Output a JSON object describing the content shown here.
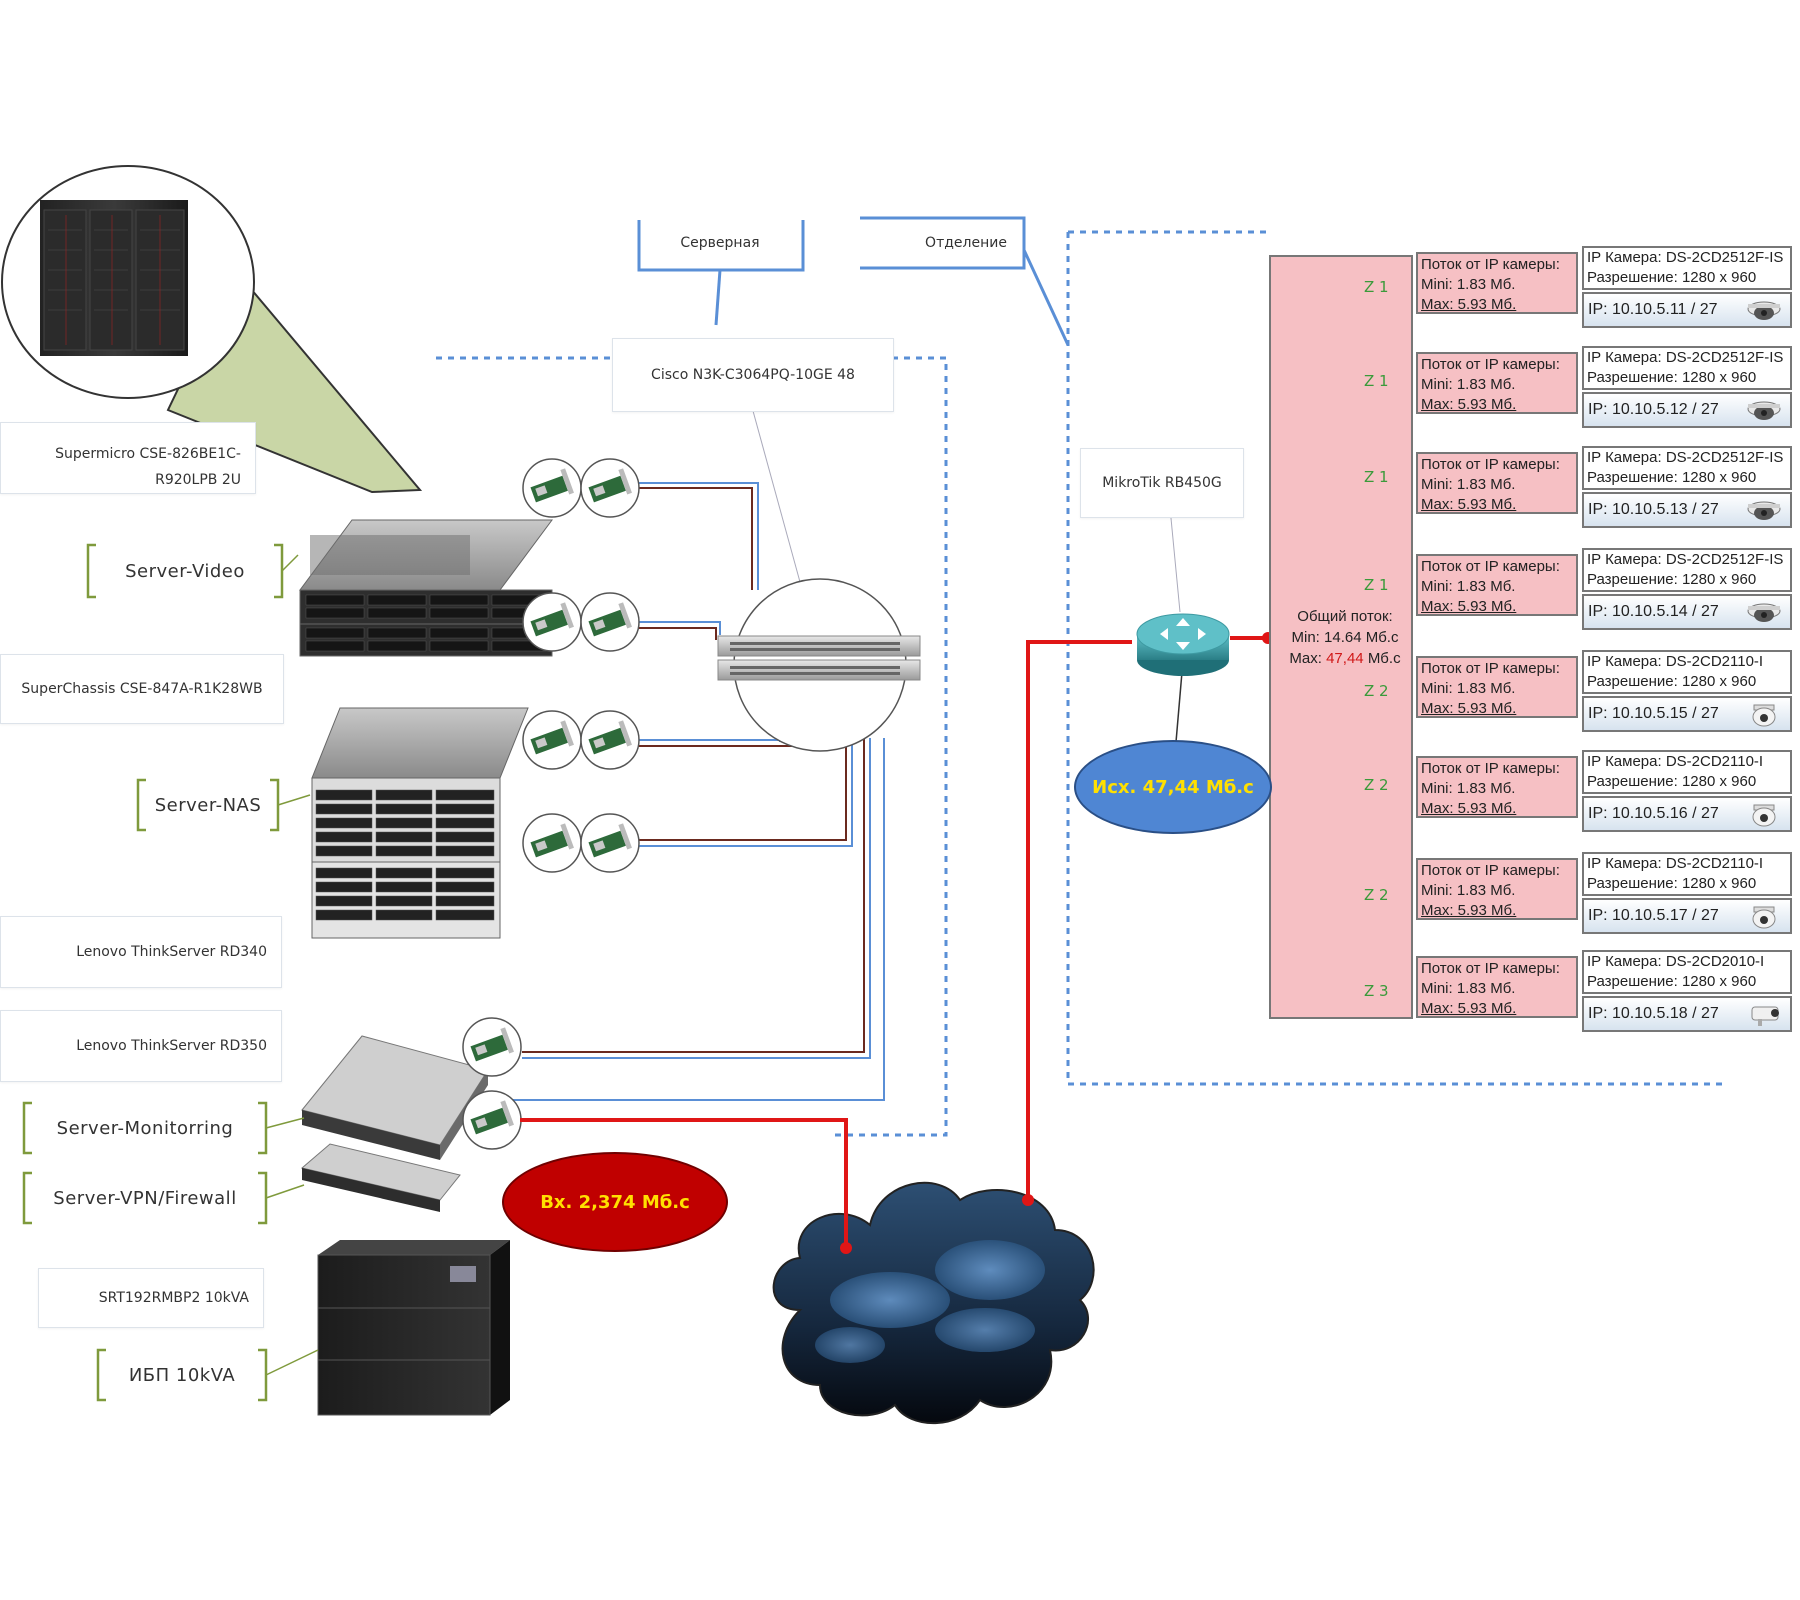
{
  "rooms": {
    "server_room": "Серверная",
    "department": "Отделение"
  },
  "switch": {
    "label": "Cisco N3K-C3064PQ-10GE 48"
  },
  "router": {
    "label": "MikroTik RB450G"
  },
  "devices": [
    {
      "model": "Supermicro CSE-826BE1C-R920LPB 2U",
      "model_line1": "Supermicro CSE-826BE1C-",
      "model_line2": "R920LPB 2U",
      "role": "Server-Video"
    },
    {
      "model": "SuperChassis CSE-847A-R1K28WB",
      "role": "Server-NAS"
    },
    {
      "model": "Lenovo ThinkServer RD340",
      "role": "Server-Monitorring"
    },
    {
      "model": "Lenovo ThinkServer RD350",
      "role": "Server-VPN/Firewall"
    },
    {
      "model": "SRT192RMBP2 10kVA",
      "role": "ИБП 10kVA"
    }
  ],
  "traffic": {
    "incoming": "Вх. 2,374 Мб.с",
    "outgoing": "Исх. 47,44 Мб.с"
  },
  "total_flow": {
    "title": "Общий поток:",
    "min_label": "Min:",
    "min_value": "14.64 Мб.с",
    "max_label": "Max:",
    "max_value": "47,44",
    "max_unit": "Мб.с"
  },
  "flow_template": {
    "title": "Поток от IP камеры:",
    "min": "Mini: 1.83 Мб.",
    "max": "Max: 5.93 Мб."
  },
  "cameras": [
    {
      "zone": "Z 1",
      "model": "IP Камера: DS-2CD2512F-IS",
      "resolution": "Разрешение: 1280 x 960",
      "ip": "IP: 10.10.5.11 / 27",
      "icon": "dome-camera-icon"
    },
    {
      "zone": "Z 1",
      "model": "IP Камера: DS-2CD2512F-IS",
      "resolution": "Разрешение: 1280 x 960",
      "ip": "IP: 10.10.5.12 / 27",
      "icon": "dome-camera-icon"
    },
    {
      "zone": "Z 1",
      "model": "IP Камера: DS-2CD2512F-IS",
      "resolution": "Разрешение: 1280 x 960",
      "ip": "IP: 10.10.5.13 / 27",
      "icon": "dome-camera-icon"
    },
    {
      "zone": "Z 1",
      "model": "IP Камера: DS-2CD2512F-IS",
      "resolution": "Разрешение: 1280 x 960",
      "ip": "IP: 10.10.5.14 / 27",
      "icon": "dome-camera-icon"
    },
    {
      "zone": "Z 2",
      "model": "IP Камера: DS-2CD2110-I",
      "resolution": "Разрешение: 1280 x 960",
      "ip": "IP: 10.10.5.15 / 27",
      "icon": "mini-dome-camera-icon"
    },
    {
      "zone": "Z 2",
      "model": "IP Камера: DS-2CD2110-I",
      "resolution": "Разрешение: 1280 x 960",
      "ip": "IP: 10.10.5.16 / 27",
      "icon": "mini-dome-camera-icon"
    },
    {
      "zone": "Z 2",
      "model": "IP Камера: DS-2CD2110-I",
      "resolution": "Разрешение: 1280 x 960",
      "ip": "IP: 10.10.5.17 / 27",
      "icon": "mini-dome-camera-icon"
    },
    {
      "zone": "Z 3",
      "model": "IP Камера: DS-2CD2010-I",
      "resolution": "Разрешение: 1280 x 960",
      "ip": "IP: 10.10.5.18 / 27",
      "icon": "bullet-camera-icon"
    }
  ],
  "colors": {
    "link_blue": "#5a8fd6",
    "link_red": "#e01616",
    "cable_brown": "#6b2a1f",
    "flow_pink": "#f6c0c4",
    "ellipse_red": "#c00000",
    "ellipse_blue": "#4f86d3",
    "label_yellow": "#ffe000",
    "bracket_green": "#7f9a3c"
  }
}
